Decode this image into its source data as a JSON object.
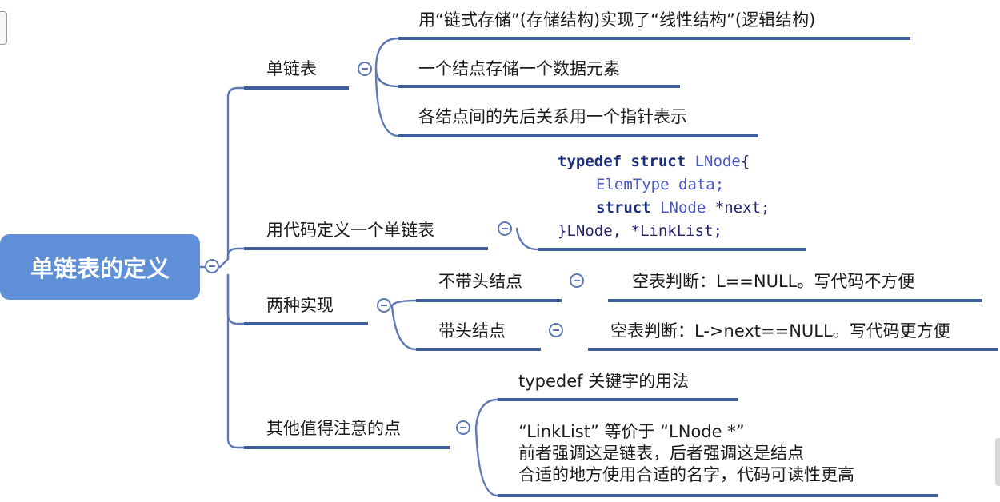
{
  "root": {
    "label": "单链表的定义"
  },
  "branches": {
    "b1": {
      "label": "单链表",
      "children": [
        "用“链式存储”(存储结构)实现了“线性结构”(逻辑结构)",
        "一个结点存储一个数据元素",
        "各结点间的先后关系用一个指针表示"
      ]
    },
    "b2": {
      "label": "用代码定义一个单链表",
      "code": {
        "l1_kw": "typedef struct",
        "l1_ty": "LNode",
        "l1_tail": "{",
        "l2": "ElemType data;",
        "l3_kw": "struct",
        "l3_ty": "LNode",
        "l3_tail": "*next;",
        "l4": "}LNode, *LinkList;"
      }
    },
    "b3": {
      "label": "两种实现",
      "children": [
        {
          "label": "不带头结点",
          "detail": "空表判断：L==NULL。写代码不方便"
        },
        {
          "label": "带头结点",
          "detail": "空表判断：L->next==NULL。写代码更方便"
        }
      ]
    },
    "b4": {
      "label": "其他值得注意的点",
      "children": [
        "typedef 关键字的用法",
        "“LinkList” 等价于 “LNode *”",
        "前者强调这是链表，后者强调这是结点",
        "合适的地方使用合适的名字，代码可读性更高"
      ]
    }
  },
  "colors": {
    "root_fill": "#5f8fd6",
    "line": "#5f79b5",
    "underline": "#3f5e9c"
  }
}
